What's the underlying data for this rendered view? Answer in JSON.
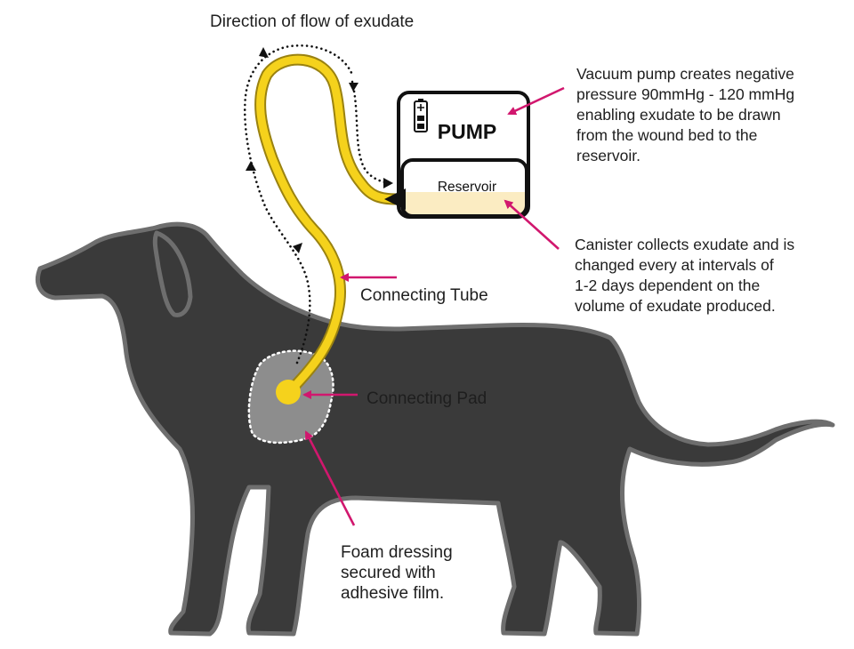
{
  "colors": {
    "dog_body": "#3a3a3a",
    "dog_outline": "#6e6e6e",
    "tube": "#f5d21c",
    "tube_edge": "#9a8210",
    "pad": "#f5d21c",
    "foam": "#8d8d8d",
    "reservoir_fill": "#fbecc2",
    "arrow": "#d1176e",
    "flow_dots": "#111111"
  },
  "icons": {
    "battery": "battery-icon",
    "flow_arrow": "triangle-arrowhead-icon"
  },
  "labels": {
    "flow": "Direction of flow of exudate",
    "tube": "Connecting Tube",
    "pad": "Connecting Pad",
    "pump_note": [
      "Vacuum pump creates negative",
      "pressure 90mmHg - 120 mmHg",
      "enabling exudate to be drawn",
      "from the wound bed to the",
      "reservoir."
    ],
    "canister_note": [
      "Canister collects exudate and is",
      "changed every at intervals of",
      "1-2 days dependent on the",
      "volume of exudate produced."
    ],
    "foam_note": [
      "Foam dressing",
      "secured with",
      "adhesive film."
    ]
  },
  "pump": {
    "title": "PUMP",
    "reservoir": "Reservoir"
  }
}
